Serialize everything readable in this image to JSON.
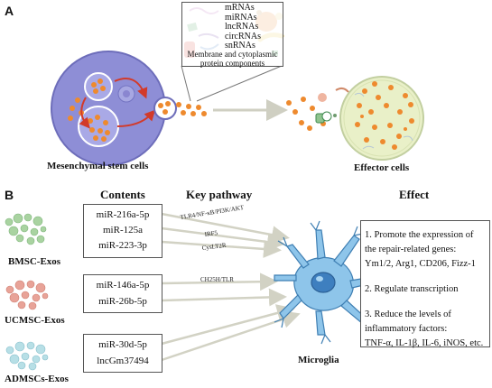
{
  "panel_a": {
    "letter": "A",
    "contents_list": [
      "mRNAs",
      "miRNAs",
      "lncRNAs",
      "circRNAs",
      "snRNAs"
    ],
    "contents_note": [
      "Membrane and cytoplasmic",
      "protein components"
    ],
    "source_label": "Mesenchymal stem cells",
    "target_label": "Effector cells"
  },
  "panel_b": {
    "letter": "B",
    "headers": {
      "contents": "Contents",
      "pathway": "Key pathway",
      "effect": "Effect"
    },
    "sources": [
      {
        "name": "BMSC-Exos",
        "color": "#a9d3a1"
      },
      {
        "name": "UCMSC-Exos",
        "color": "#e8a398"
      },
      {
        "name": "ADMSCs-Exos",
        "color": "#b7dfe6"
      }
    ],
    "groups": [
      [
        "miR-216a-5p",
        "miR-125a",
        "miR-223-3p"
      ],
      [
        "miR-146a-5p",
        "miR-26b-5p"
      ],
      [
        "miR-30d-5p",
        "lncGm37494"
      ]
    ],
    "pathways": [
      "TLR4/NF-κB/PI3K/AKT",
      "IRF5",
      "CysLT2R",
      "CH25H/TLR"
    ],
    "target": "Microglia",
    "effects": [
      [
        "1. Promote the expression of",
        "the repair-related genes:",
        "Ym1/2, Arg1, CD206, Fizz-1"
      ],
      [
        "2. Regulate transcription"
      ],
      [
        "3. Reduce the levels of",
        "inflammatory factors:",
        "TNF-α, IL-1β, IL-6, iNOS, etc."
      ]
    ]
  }
}
